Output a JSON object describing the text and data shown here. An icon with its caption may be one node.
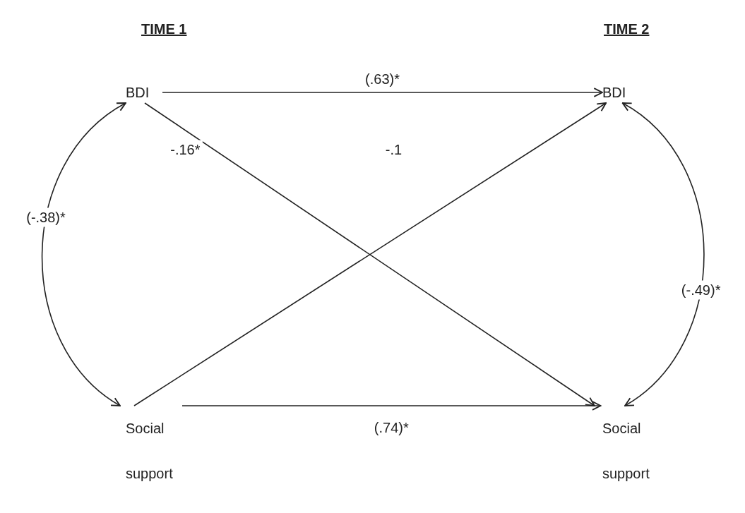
{
  "diagram": {
    "nodes": [
      {
        "text": [
          "BDI"
        ]
      },
      {
        "text": [
          "Social support"
        ]
      },
      {
        "text": [
          "BDI"
        ]
      },
      {
        "text": [
          "Social support"
        ]
      }
    ],
    "edges": [
      {
        "from": 0,
        "to": 2,
        "arrow": "to",
        "label": "(.63)*"
      },
      {
        "from": 0,
        "to": 3,
        "arrow": "to",
        "label": "-.16*"
      },
      {
        "from": 1,
        "to": 2,
        "arrow": "to",
        "label": "-.1"
      },
      {
        "from": 1,
        "to": 3,
        "arrow": "to",
        "label": "(.74)*"
      },
      {
        "from": 0,
        "to": 1,
        "arrow": "both",
        "label": "(-.38)*"
      },
      {
        "from": 2,
        "to": 3,
        "arrow": "both",
        "label": "(-.49)*"
      }
    ],
    "labels": [
      "TIME 1",
      "TIME 2"
    ]
  }
}
